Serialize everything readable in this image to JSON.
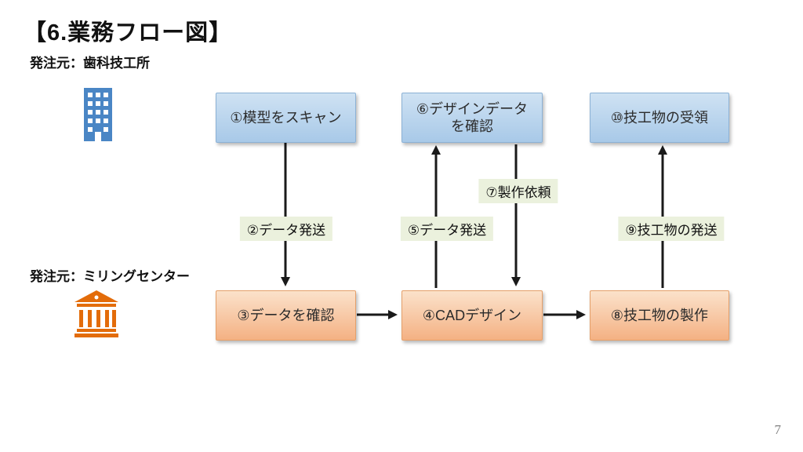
{
  "slide": {
    "title": "【6.業務フロー図】",
    "page_number": "7"
  },
  "actors": {
    "dental_lab": {
      "label": "発注元：歯科技工所",
      "icon": "office-building-icon"
    },
    "milling_center": {
      "label": "発注元：ミリングセンター",
      "icon": "bank-icon"
    }
  },
  "flow": {
    "boxes": {
      "scan": {
        "label": "①模型をスキャン",
        "row": "top",
        "style": "blue"
      },
      "design_check": {
        "label": "⑥デザインデータ\nを確認",
        "row": "top",
        "style": "blue"
      },
      "receive": {
        "label": "⑩技工物の受領",
        "row": "top",
        "style": "blue"
      },
      "data_check": {
        "label": "③データを確認",
        "row": "bottom",
        "style": "orange"
      },
      "cad_design": {
        "label": "④CADデザイン",
        "row": "bottom",
        "style": "orange"
      },
      "production": {
        "label": "⑧技工物の製作",
        "row": "bottom",
        "style": "orange"
      }
    },
    "arrow_labels": {
      "send_data_2": "②データ発送",
      "send_data_5": "⑤データ発送",
      "production_request_7": "⑦製作依頼",
      "send_product_9": "⑨技工物の発送"
    },
    "arrows": [
      {
        "from": "scan",
        "to": "data_check",
        "direction": "down",
        "label": "②データ発送"
      },
      {
        "from": "data_check",
        "to": "cad_design",
        "direction": "right",
        "label": ""
      },
      {
        "from": "cad_design",
        "to": "design_check",
        "direction": "up",
        "label": "⑤データ発送"
      },
      {
        "from": "design_check",
        "to": "cad_design",
        "direction": "down",
        "label": "⑦製作依頼"
      },
      {
        "from": "cad_design",
        "to": "production",
        "direction": "right",
        "label": ""
      },
      {
        "from": "production",
        "to": "receive",
        "direction": "up",
        "label": "⑨技工物の発送"
      }
    ]
  },
  "colors": {
    "box_blue_top": "#cfe2f3",
    "box_blue_bottom": "#a8c9e8",
    "box_orange_top": "#fbe2cb",
    "box_orange_bottom": "#f4b183",
    "label_bg": "#ebf1dd",
    "building_icon": "#4a86c5",
    "bank_icon": "#e36c0a",
    "arrow": "#1a1a1a"
  }
}
